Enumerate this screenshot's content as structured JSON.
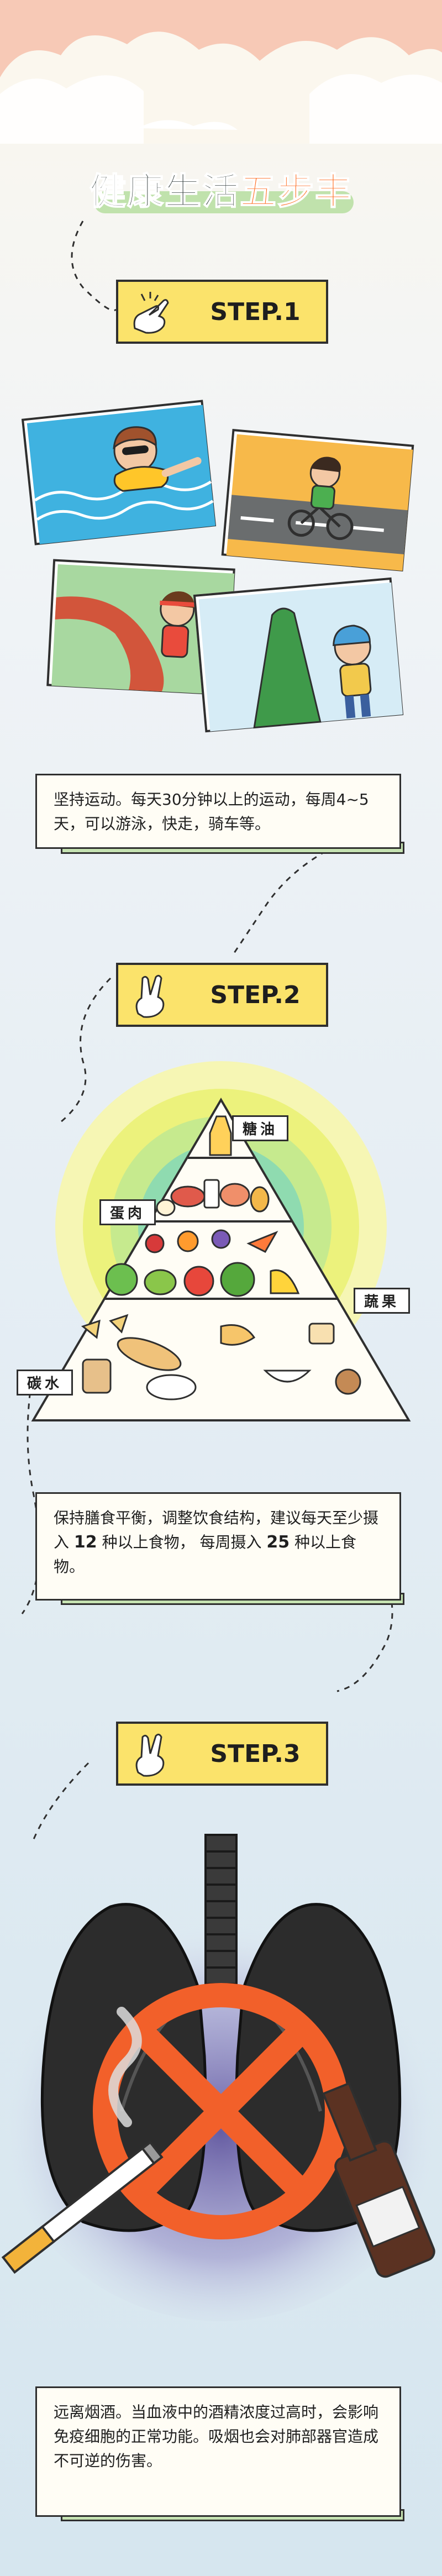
{
  "title": {
    "part1": "健康生活",
    "part2": "五步丰"
  },
  "steps": [
    {
      "label": "STEP.1",
      "text": "坚持运动。每天30分钟以上的运动，每周4~5天，可以游泳，快走，骑车等。"
    },
    {
      "label": "STEP.2",
      "text_pre": "保持膳食平衡，调整饮食结构，建议每天至少摄入",
      "num1": "12",
      "text_mid": "种以上食物， 每周摄入",
      "num2": "25",
      "text_post": "种以上食物。"
    },
    {
      "label": "STEP.3",
      "text": "远离烟酒。当血液中的酒精浓度过高时，会影响免疫细胞的正常功能。吸烟也会对肺部器官造成不可逆的伤害。"
    }
  ],
  "pyramid_labels": {
    "sugar_oil": "糖油",
    "egg_meat": "蛋肉",
    "veg_fruit": "蔬果",
    "carbs": "碳水"
  },
  "colors": {
    "accent": "#ff6a1c",
    "banner": "#fbe36b",
    "green": "#b9e0a4"
  }
}
